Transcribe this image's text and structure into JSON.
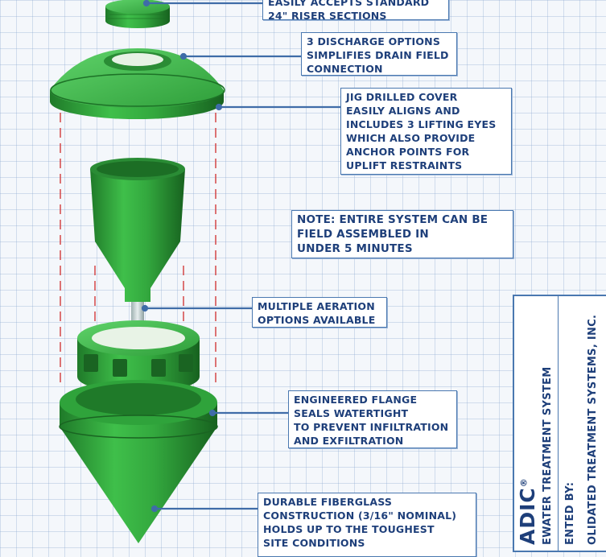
{
  "callouts": {
    "riser": {
      "lines": [
        "EASILY ACCEPTS STANDARD",
        "24\" RISER SECTIONS"
      ]
    },
    "discharge": {
      "lines": [
        "3 DISCHARGE OPTIONS",
        "SIMPLIFIES DRAIN FIELD",
        "CONNECTION"
      ]
    },
    "cover": {
      "lines": [
        "JIG DRILLED COVER",
        "EASILY ALIGNS AND",
        "INCLUDES 3 LIFTING EYES",
        "WHICH ALSO PROVIDE",
        "ANCHOR POINTS FOR",
        "UPLIFT RESTRAINTS"
      ]
    },
    "note": {
      "lines": [
        "NOTE: ENTIRE SYSTEM CAN BE",
        "FIELD ASSEMBLED IN",
        "UNDER 5 MINUTES"
      ]
    },
    "aeration": {
      "lines": [
        "MULTIPLE AERATION",
        "OPTIONS AVAILABLE"
      ]
    },
    "flange": {
      "lines": [
        "ENGINEERED FLANGE",
        "SEALS WATERTIGHT",
        "TO PREVENT INFILTRATION",
        "AND EXFILTRATION"
      ]
    },
    "fiberglass": {
      "lines": [
        "DURABLE FIBERGLASS",
        "CONSTRUCTION (3/16\" NOMINAL)",
        "HOLDS UP TO THE TOUGHEST",
        "SITE CONDITIONS"
      ]
    }
  },
  "title_block": {
    "product": "ADIC",
    "registered": "®",
    "subtitle": "EWATER TREATMENT SYSTEM",
    "presented_by": "ENTED BY:",
    "company": "OLIDATED TREATMENT SYSTEMS, INC."
  },
  "colors": {
    "part_green": "#2f9e3a",
    "callout_blue": "#4a78b0",
    "text_navy": "#1e3f7a",
    "guide_red": "#d23b3b"
  }
}
